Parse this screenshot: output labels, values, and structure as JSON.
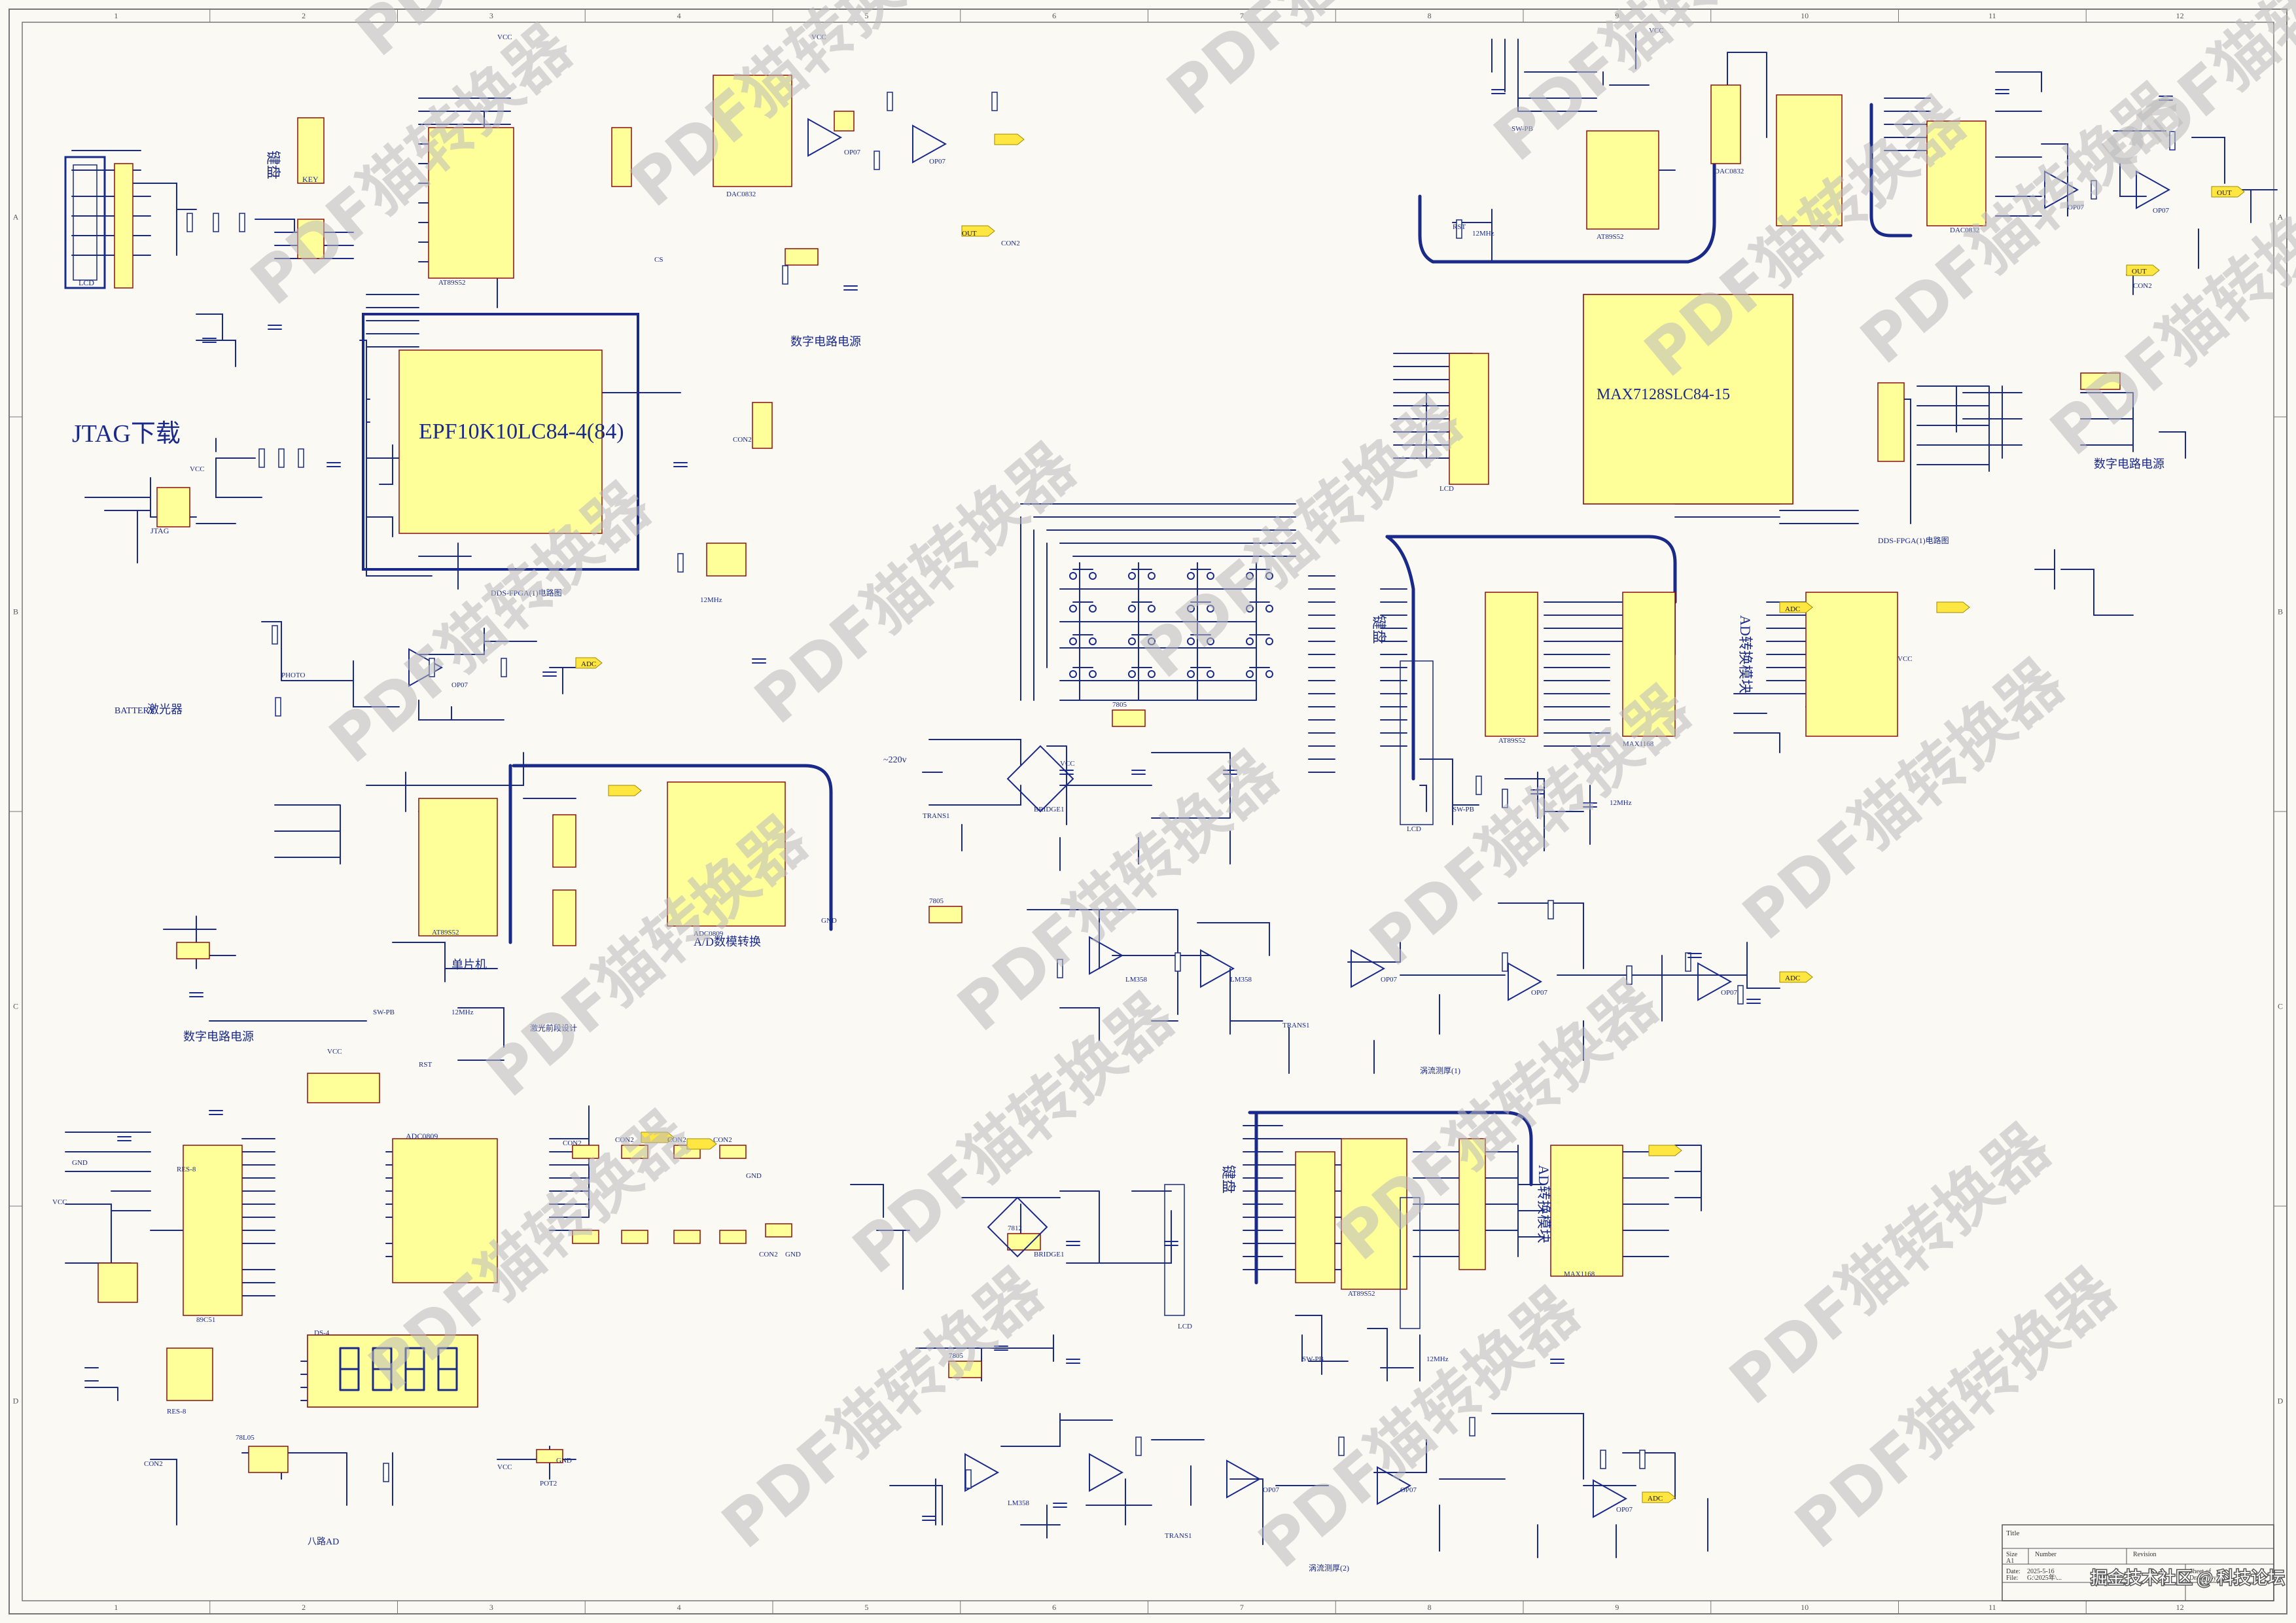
{
  "watermark": "PDF猫转换器",
  "grid": {
    "cols": [
      "1",
      "2",
      "3",
      "4",
      "5",
      "6",
      "7",
      "8",
      "9",
      "10",
      "11",
      "12"
    ],
    "rows": [
      "A",
      "B",
      "C",
      "D"
    ]
  },
  "blocks": {
    "jtag_title": "JTAG下载",
    "fpga_chip": "EPF10K10LC84-4(84)",
    "fpga_caption": "DDS-FPGA(1)电路图",
    "fpga2_caption": "DDS-FPGA(1)电路图",
    "cpld_chip": "MAX7128SLC84-15",
    "laser": "激光器",
    "digital_supply_1": "数字电路电源",
    "digital_supply_2": "数字电路电源",
    "digital_supply_3": "数字电路电源",
    "mcu_caption": "单片机",
    "adc_caption": "A/D数模转换",
    "laser_design": "激光前段设计",
    "eddy_1": "涡流测厚(1)",
    "eddy_2": "涡流测厚(2)",
    "eight_ad": "八路AD",
    "keyboard_1": "键盘",
    "keyboard_2": "键盘",
    "ad_module_1": "AD转换模块",
    "ad_module_2": "AD转换模块",
    "key_label": "KEY"
  },
  "parts": {
    "lcd": "LCD",
    "jtag": "JTAG",
    "at89": "AT89S52",
    "dac": "DAC0832",
    "op07": "OP07",
    "lm358": "LM358",
    "max1168": "MAX1168",
    "adc0809": "ADC0809",
    "c89c51": "89C51",
    "bridge": "BRIDGE1",
    "trans": "TRANS1",
    "ic7805": "7805",
    "ic7812": "7812",
    "ic78l05": "78L05",
    "crystal": "12MHz",
    "ds": "DS-4",
    "battery": "BATTERY",
    "photo": "PHOTO",
    "v220": "~220v",
    "res8": "RES-8",
    "pot": "POT2",
    "con": "CON2",
    "sw": "SW-PB",
    "rst": "RST",
    "vcc": "VCC",
    "gnd": "GND",
    "out": "OUT",
    "adc_net": "ADC",
    "cs": "CS"
  },
  "title_block": {
    "title": "Title",
    "size": "Size",
    "size_val": "A1",
    "number": "Number",
    "revision": "Revision",
    "date": "Date:",
    "file": "File:",
    "date_val": "2025-5-16",
    "file_val": "G:\\2025年\\...",
    "sheet": "Sheet of",
    "drawn": "Drawn By:"
  },
  "footer_credit": "掘金技术社区 @ 科技论坛",
  "colors": {
    "wire": "#1a2a8a",
    "part_fill": "#ffff99",
    "part_stroke": "#8a1010",
    "pin_text": "#8a1010",
    "label_text": "#1a2a8a",
    "net_flag": "#ffe640",
    "border": "#555555",
    "watermark": "#b9b9b9"
  }
}
